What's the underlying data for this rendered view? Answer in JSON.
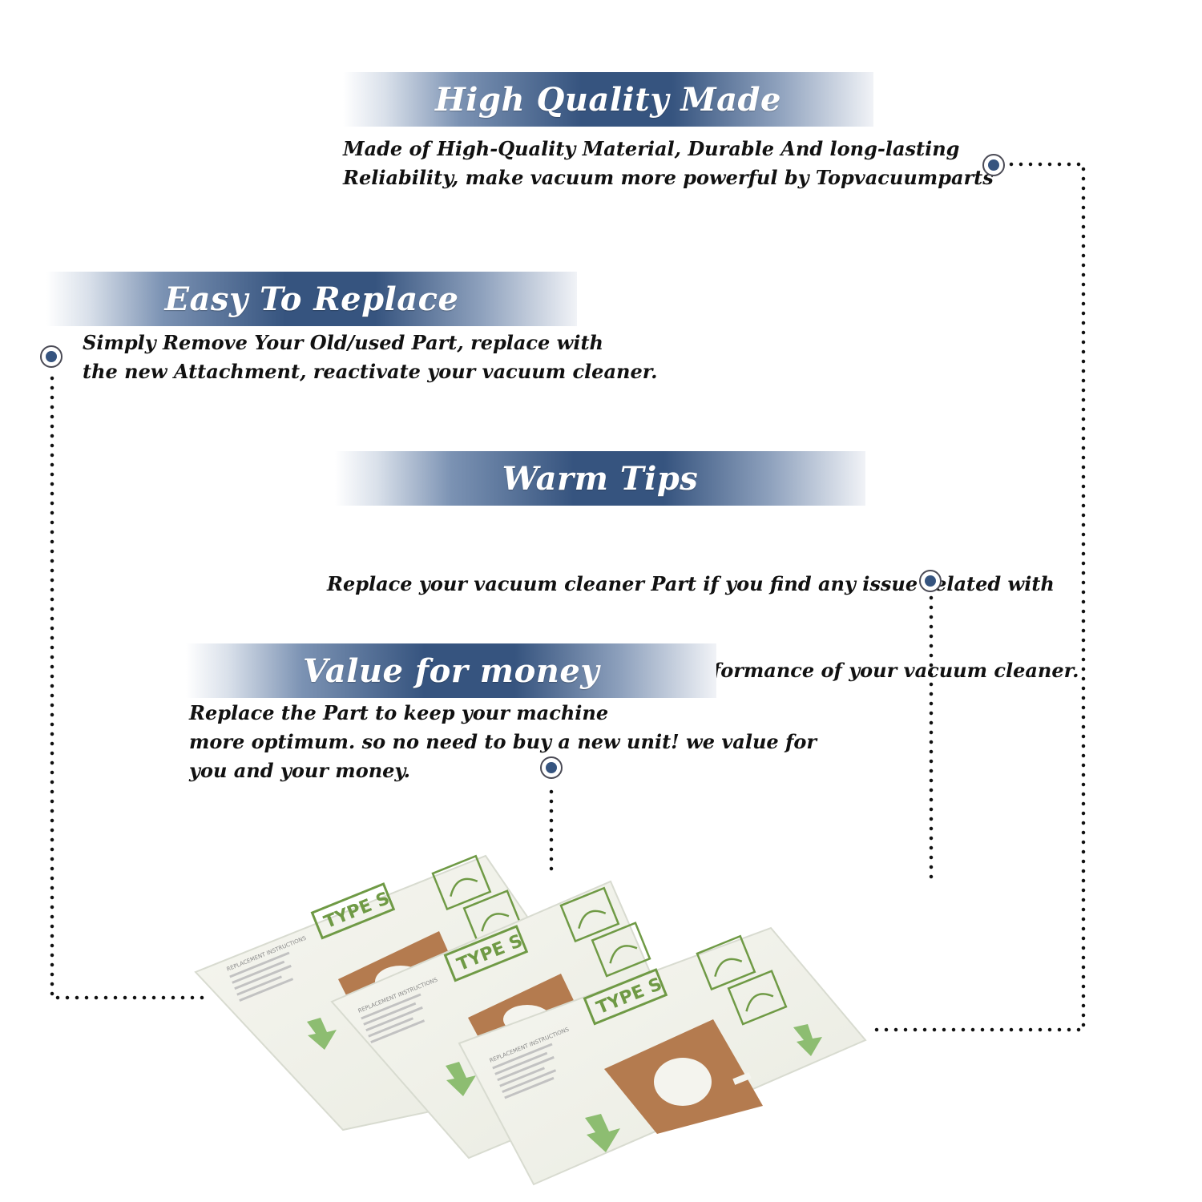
{
  "sections": [
    {
      "title": "High Quality Made",
      "lines": [
        "Made of  High-Quality Material, Durable And long-lasting",
        "Reliability, make vacuum more powerful by Topvacuumparts"
      ]
    },
    {
      "title": "Easy To Replace",
      "lines": [
        "Simply Remove Your Old/used Part, replace with",
        "the new Attachment, reactivate your vacuum cleaner."
      ]
    },
    {
      "title": "Warm Tips",
      "lines": [
        "Replace your vacuum cleaner Part if you find any issue related with",
        " attachment to ensure optimum performance of your vacuum cleaner."
      ]
    },
    {
      "title": "Value for money",
      "lines": [
        "Replace the Part to keep your machine",
        "more optimum. so no need to buy a new unit! we value for",
        "you and your money."
      ]
    }
  ],
  "product": {
    "bag_label": "TYPE S",
    "instructions_heading": "REPLACEMENT INSTRUCTIONS"
  },
  "colors": {
    "banner_blue": "#36547f",
    "marker_dot": "#36547f",
    "bag_green": "#6f9a45",
    "collar_brown": "#b47b4f"
  }
}
